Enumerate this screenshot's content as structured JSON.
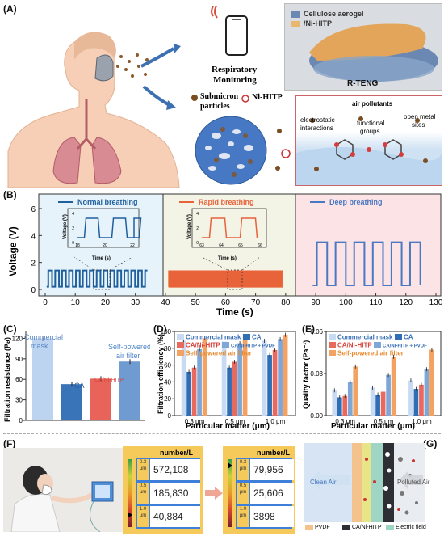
{
  "panelA": {
    "label": "(A)",
    "respiratory": "Respiratory",
    "monitoring": "Monitoring",
    "legend_aerogel": "Cellulose aerogel",
    "legend_nihitp": "/Ni-HITP",
    "rteng": "R-TENG",
    "submicron1": "Submicron",
    "submicron2": "particles",
    "nihitp_label": "Ni-HITP",
    "air_pollutants": "air pollutants",
    "electrostatic1": "electrostatic",
    "electrostatic2": "interactions",
    "functional1": "functional",
    "functional2": "groups",
    "openmetal1": "open metal",
    "openmetal2": "sites"
  },
  "panelB": {
    "label": "(B)",
    "ylabel": "Voltage (V)",
    "xlabel": "Time (s)",
    "yticks": [
      "0",
      "2",
      "4",
      "6"
    ],
    "xticks": [
      "0",
      "10",
      "20",
      "30",
      "40",
      "50",
      "60",
      "70",
      "80",
      "90",
      "100",
      "110",
      "120",
      "130"
    ],
    "normal": "Normal breathing",
    "rapid": "Rapid breathing",
    "deep": "Deep breathing",
    "inset_ylabel": "Voltage (V)",
    "inset_xlabel": "Time (s)",
    "inset1_xticks": [
      "18",
      "20",
      "22"
    ],
    "inset1_yticks": [
      "0",
      "2",
      "4"
    ],
    "inset2_xticks": [
      "63",
      "64",
      "65",
      "66"
    ],
    "inset2_yticks": [
      "0",
      "2",
      "4"
    ],
    "color_normal": "#1f5f9e",
    "color_rapid": "#e8623a",
    "color_deep": "#4a78c2"
  },
  "panelC": {
    "label": "(C)",
    "ylabel": "Filtration resistance (Pa)",
    "yticks": [
      "0",
      "30",
      "60",
      "90",
      "120"
    ],
    "bar_labels": [
      "Commercial mask",
      "CA",
      "CA/Ni-HITP",
      "Self-powered air filter"
    ]
  },
  "panelD": {
    "label": "(D)",
    "ylabel": "Filtration efficiency (%)",
    "xlabel": "Particular matter (μm)",
    "yticks": [
      "0",
      "20",
      "40",
      "60",
      "80",
      "100"
    ],
    "categories": [
      "0.3 μm",
      "0.5 μm",
      "1.0 μm"
    ],
    "legend": [
      "Commercial mask",
      "CA",
      "CA/Ni-HITP",
      "CA/Ni-HITP + PVDF",
      "Self-powered air filter"
    ]
  },
  "panelE": {
    "label": "(E)",
    "ylabel": "Quality factor (Pa⁻¹)",
    "xlabel": "Particular matter (μm)",
    "yticks": [
      "0.00",
      "0.03",
      "0.06"
    ],
    "categories": [
      "0.3 μm",
      "0.5 μm",
      "1.0 μm"
    ],
    "legend": [
      "Commercial mask",
      "CA",
      "CA/Ni-HITP",
      "CA/Ni-HITP + PVDF",
      "Self-powered air filter"
    ]
  },
  "panelF": {
    "label": "(F)",
    "header": "number/L",
    "sizes": [
      "0.3 μm",
      "0.5 μm",
      "1.0 μm"
    ],
    "before": [
      "572,108",
      "185,830",
      "40,884"
    ],
    "after": [
      "79,956",
      "25,606",
      "3898"
    ]
  },
  "panelG": {
    "label": "(G)",
    "clean_air": "Clean Air",
    "polluted_air": "Polluted Air",
    "legend": [
      "PVDF",
      "CA/Ni-HITP",
      "Electric field"
    ]
  },
  "chart_data": [
    {
      "type": "bar",
      "title": "",
      "ylabel": "Filtration resistance (Pa)",
      "ylim": [
        0,
        130
      ],
      "categories": [
        "Commercial mask",
        "CA",
        "CA/Ni-HITP",
        "Self-powered air filter"
      ],
      "values": [
        120,
        53,
        61,
        86
      ],
      "colors": [
        "#bcd4f0",
        "#3a74b8",
        "#e8645a",
        "#6f9bd1"
      ]
    },
    {
      "type": "bar",
      "ylabel": "Filtration efficiency (%)",
      "xlabel": "Particular matter (μm)",
      "ylim": [
        0,
        100
      ],
      "categories": [
        "0.3 μm",
        "0.5 μm",
        "1.0 μm"
      ],
      "series": [
        {
          "name": "Commercial mask",
          "values": [
            89,
            88,
            89
          ],
          "color": "#c9dbf2"
        },
        {
          "name": "CA",
          "values": [
            52,
            57,
            72
          ],
          "color": "#2f6db5"
        },
        {
          "name": "CA/Ni-HITP",
          "values": [
            57,
            64,
            78
          ],
          "color": "#e86a5e"
        },
        {
          "name": "CA/Ni-HITP + PVDF",
          "values": [
            79,
            86,
            91
          ],
          "color": "#7ea7d8"
        },
        {
          "name": "Self-powered air filter",
          "values": [
            92,
            96,
            96
          ],
          "color": "#f4a261"
        }
      ]
    },
    {
      "type": "bar",
      "ylabel": "Quality factor (Pa⁻¹)",
      "xlabel": "Particular matter (μm)",
      "ylim": [
        0,
        0.06
      ],
      "categories": [
        "0.3 μm",
        "0.5 μm",
        "1.0 μm"
      ],
      "series": [
        {
          "name": "Commercial mask",
          "values": [
            0.018,
            0.02,
            0.025
          ],
          "color": "#c9dbf2"
        },
        {
          "name": "CA",
          "values": [
            0.013,
            0.015,
            0.019
          ],
          "color": "#2f6db5"
        },
        {
          "name": "CA/Ni-HITP",
          "values": [
            0.014,
            0.017,
            0.022
          ],
          "color": "#e86a5e"
        },
        {
          "name": "CA/Ni-HITP + PVDF",
          "values": [
            0.024,
            0.029,
            0.033
          ],
          "color": "#7ea7d8"
        },
        {
          "name": "Self-powered air filter",
          "values": [
            0.035,
            0.042,
            0.047
          ],
          "color": "#f4a261"
        }
      ]
    }
  ]
}
